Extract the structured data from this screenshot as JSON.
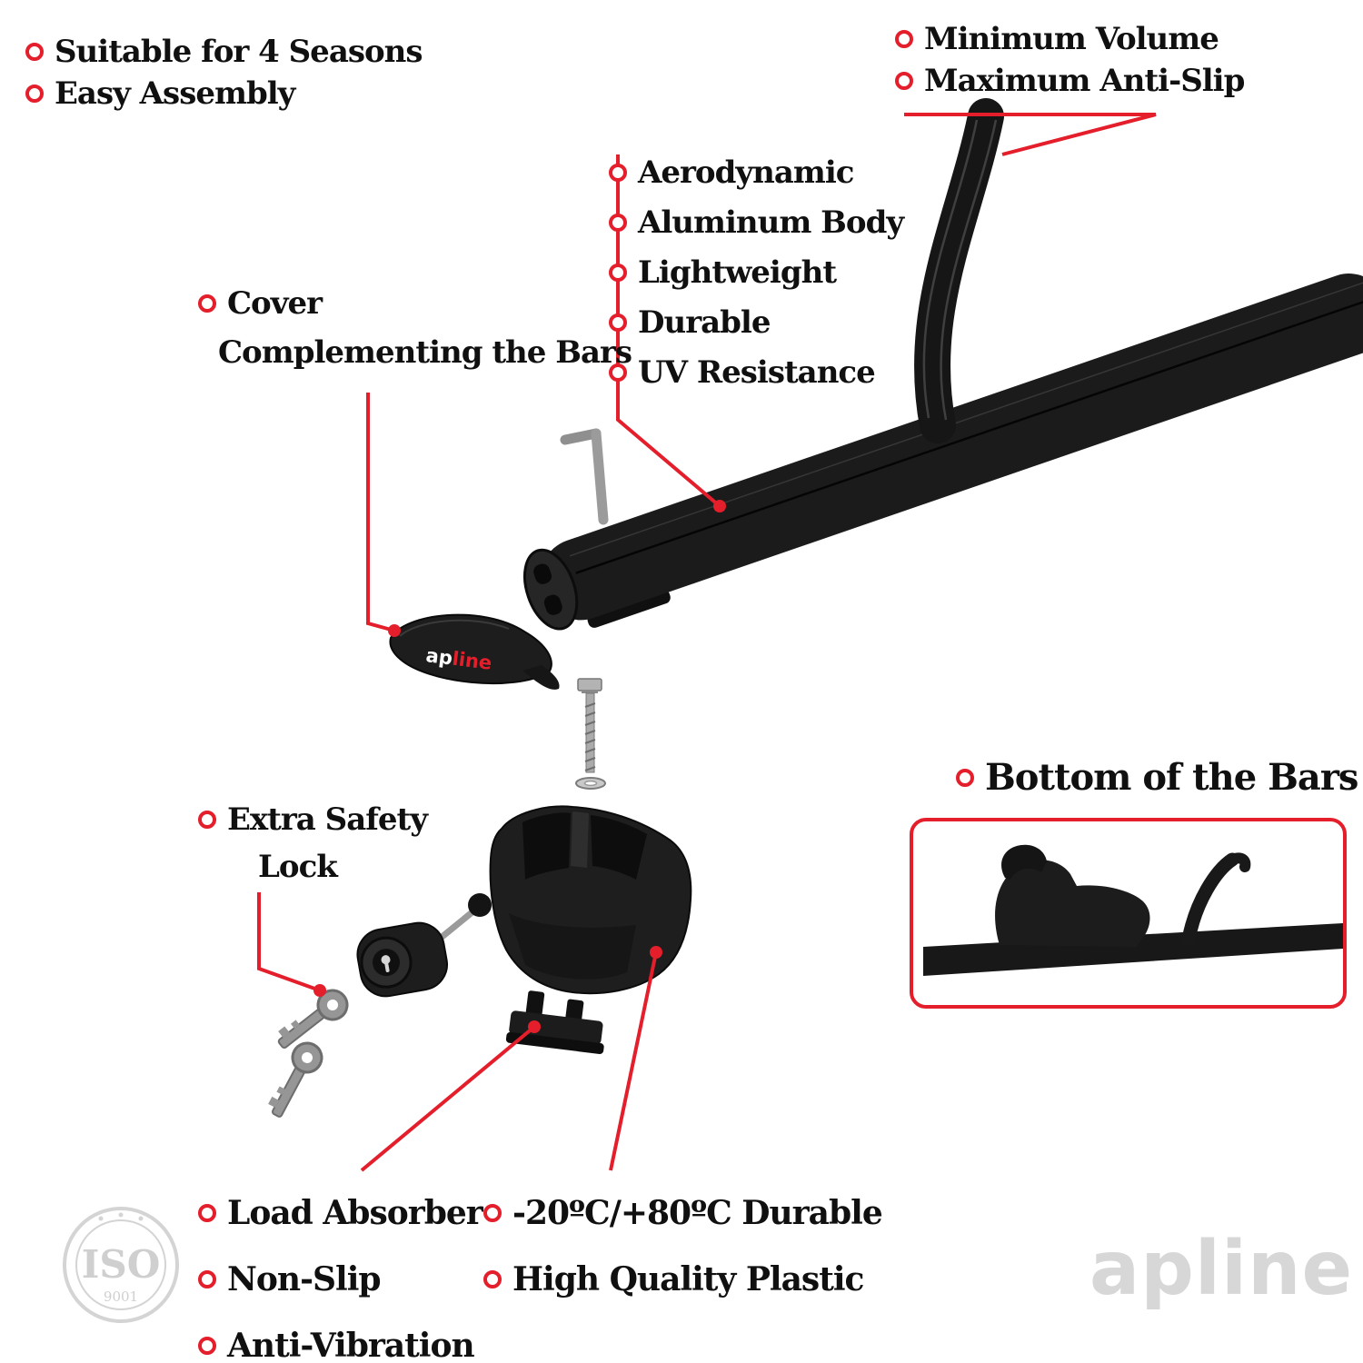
{
  "colors": {
    "accent": "#e41e2b",
    "product_black": "#1b1b1b",
    "watermark_gray": "#d7d7d7"
  },
  "top_left": {
    "items": [
      "Suitable for 4 Seasons",
      "Easy Assembly"
    ]
  },
  "top_right": {
    "items": [
      "Minimum Volume",
      "Maximum Anti-Slip"
    ]
  },
  "cover": {
    "line1": "Cover",
    "line2": "Complementing the Bars"
  },
  "bar_features": {
    "items": [
      "Aerodynamic",
      "Aluminum Body",
      "Lightweight",
      "Durable",
      "UV Resistance"
    ]
  },
  "extra_safety": {
    "line1": "Extra Safety",
    "line2": "Lock"
  },
  "bottom_of_bars": {
    "label": "Bottom of the Bars"
  },
  "bottom_left": {
    "items": [
      "Load Absorber",
      "Non-Slip",
      "Anti-Vibration"
    ]
  },
  "bottom_right": {
    "items": [
      "-20ºC/+80ºC Durable",
      "High Quality Plastic"
    ]
  },
  "cover_logo": {
    "part1": "ap",
    "part2": "line"
  },
  "watermarks": {
    "iso": "ISO",
    "iso_number": "9001",
    "brand": "apline"
  }
}
